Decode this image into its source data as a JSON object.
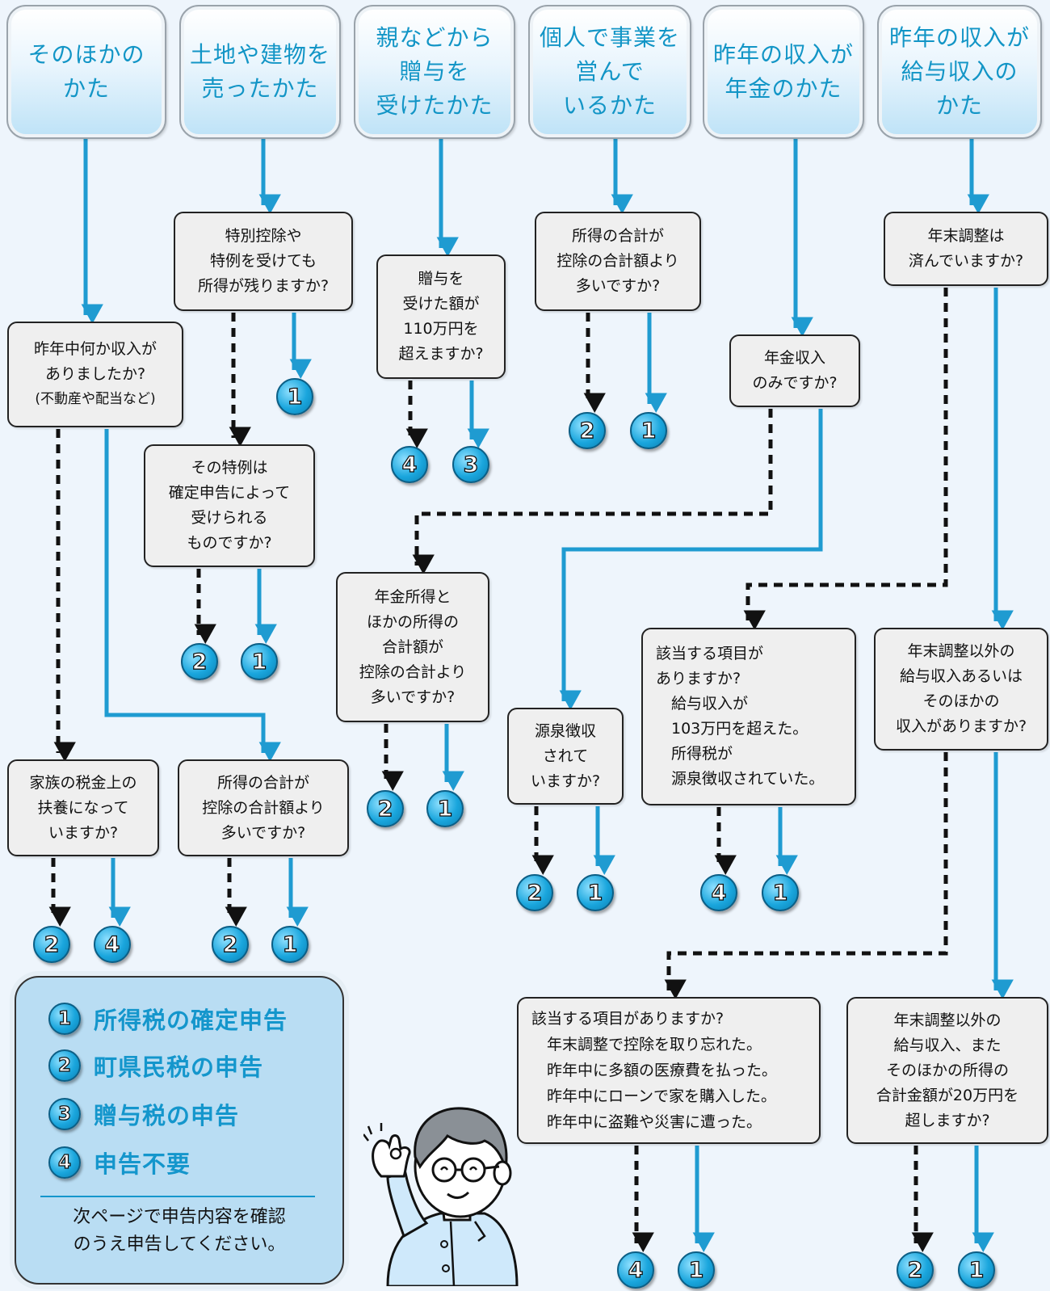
{
  "headers": [
    {
      "label": "そのほかの\nかた"
    },
    {
      "label": "土地や建物を\n売ったかた"
    },
    {
      "label": "親などから\n贈与を\n受けたかた"
    },
    {
      "label": "個人で事業を\n営んで\nいるかた"
    },
    {
      "label": "昨年の収入が\n年金のかた"
    },
    {
      "label": "昨年の収入が\n給与収入の\nかた"
    }
  ],
  "questions": {
    "other_income": "昨年中何か収入が\nありましたか?",
    "other_income_note": "(不動産や配当など)",
    "dependent": "家族の税金上の\n扶養になって\nいますか?",
    "other_total": "所得の合計が\n控除の合計額より\n多いですか?",
    "land_remaining": "特別控除や\n特例を受けても\n所得が残りますか?",
    "land_special": "その特例は\n確定申告によって\n受けられる\nものですか?",
    "gift_amount": "贈与を\n受けた額が\n110万円を\n超えますか?",
    "business_total": "所得の合計が\n控除の合計額より\n多いですか?",
    "pension_only": "年金収入\nのみですか?",
    "pension_total": "年金所得と\nほかの所得の\n合計額が\n控除の合計より\n多いですか?",
    "withholding": "源泉徴収\nされて\nいますか?",
    "pension_items": "該当する項目が\nありますか?\n　給与収入が\n　103万円を超えた。\n　所得税が\n　源泉徴収されていた。",
    "year_end": "年末調整は\n済んでいますか?",
    "salary_other": "年末調整以外の\n給与収入あるいは\nそのほかの\n収入がありますか?",
    "deduction_items": "該当する項目がありますか?\n　年末調整で控除を取り忘れた。\n　昨年中に多額の医療費を払った。\n　昨年中にローンで家を購入した。\n　昨年中に盗難や災害に遭った。",
    "salary_20": "年末調整以外の\n給与収入、また\nそのほかの所得の\n合計金額が20万円を\n超しますか?"
  },
  "legend": [
    {
      "num": "1",
      "label": "所得税の確定申告"
    },
    {
      "num": "2",
      "label": "町県民税の申告"
    },
    {
      "num": "3",
      "label": "贈与税の申告"
    },
    {
      "num": "4",
      "label": "申告不要"
    }
  ],
  "note": "次ページで申告内容を確認\nのうえ申告してください。",
  "colors": {
    "yes_arrow": "#1f9bd1",
    "no_arrow": "#111111",
    "accent": "#1496cc"
  },
  "icons": {
    "mascot": "man-glasses-ok-sign"
  }
}
